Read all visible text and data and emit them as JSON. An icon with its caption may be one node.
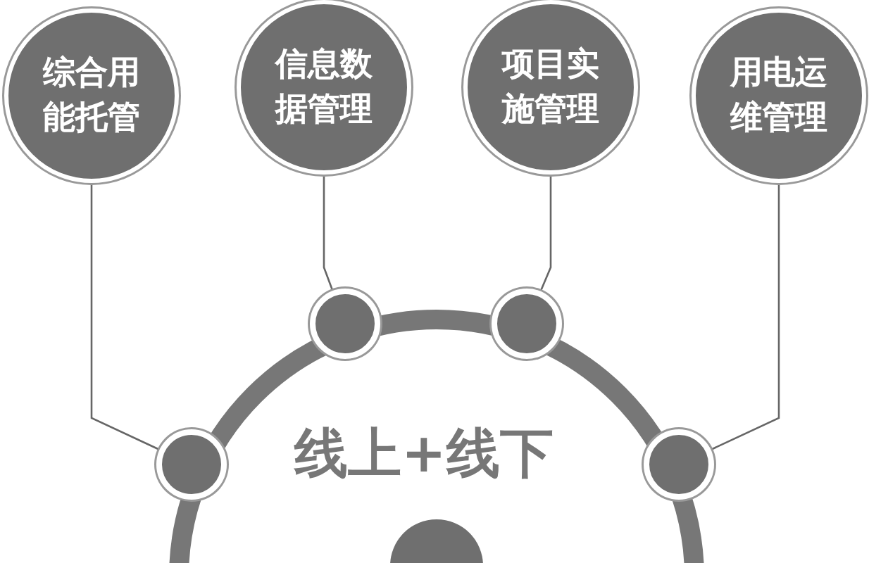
{
  "diagram": {
    "nodes": [
      {
        "text": [
          "综合用能托管"
        ]
      },
      {
        "text": [
          "信息数据管理"
        ]
      },
      {
        "text": [
          "项目实施管理"
        ]
      },
      {
        "text": [
          "用电运维管理"
        ]
      },
      {
        "text": [],
        "shape": "circle"
      },
      {
        "text": [],
        "shape": "circle"
      },
      {
        "text": [],
        "shape": "circle"
      },
      {
        "text": [],
        "shape": "circle"
      },
      {
        "text": [
          "线上+线下"
        ]
      },
      {
        "text": [],
        "shape": "circle",
        "in": 8
      }
    ],
    "edges": [
      {
        "from": 0,
        "to": 4,
        "arrow": "none"
      },
      {
        "from": 1,
        "to": 5,
        "arrow": "none"
      },
      {
        "from": 2,
        "to": 6,
        "arrow": "none"
      },
      {
        "from": 3,
        "to": 7,
        "arrow": "none"
      }
    ]
  }
}
